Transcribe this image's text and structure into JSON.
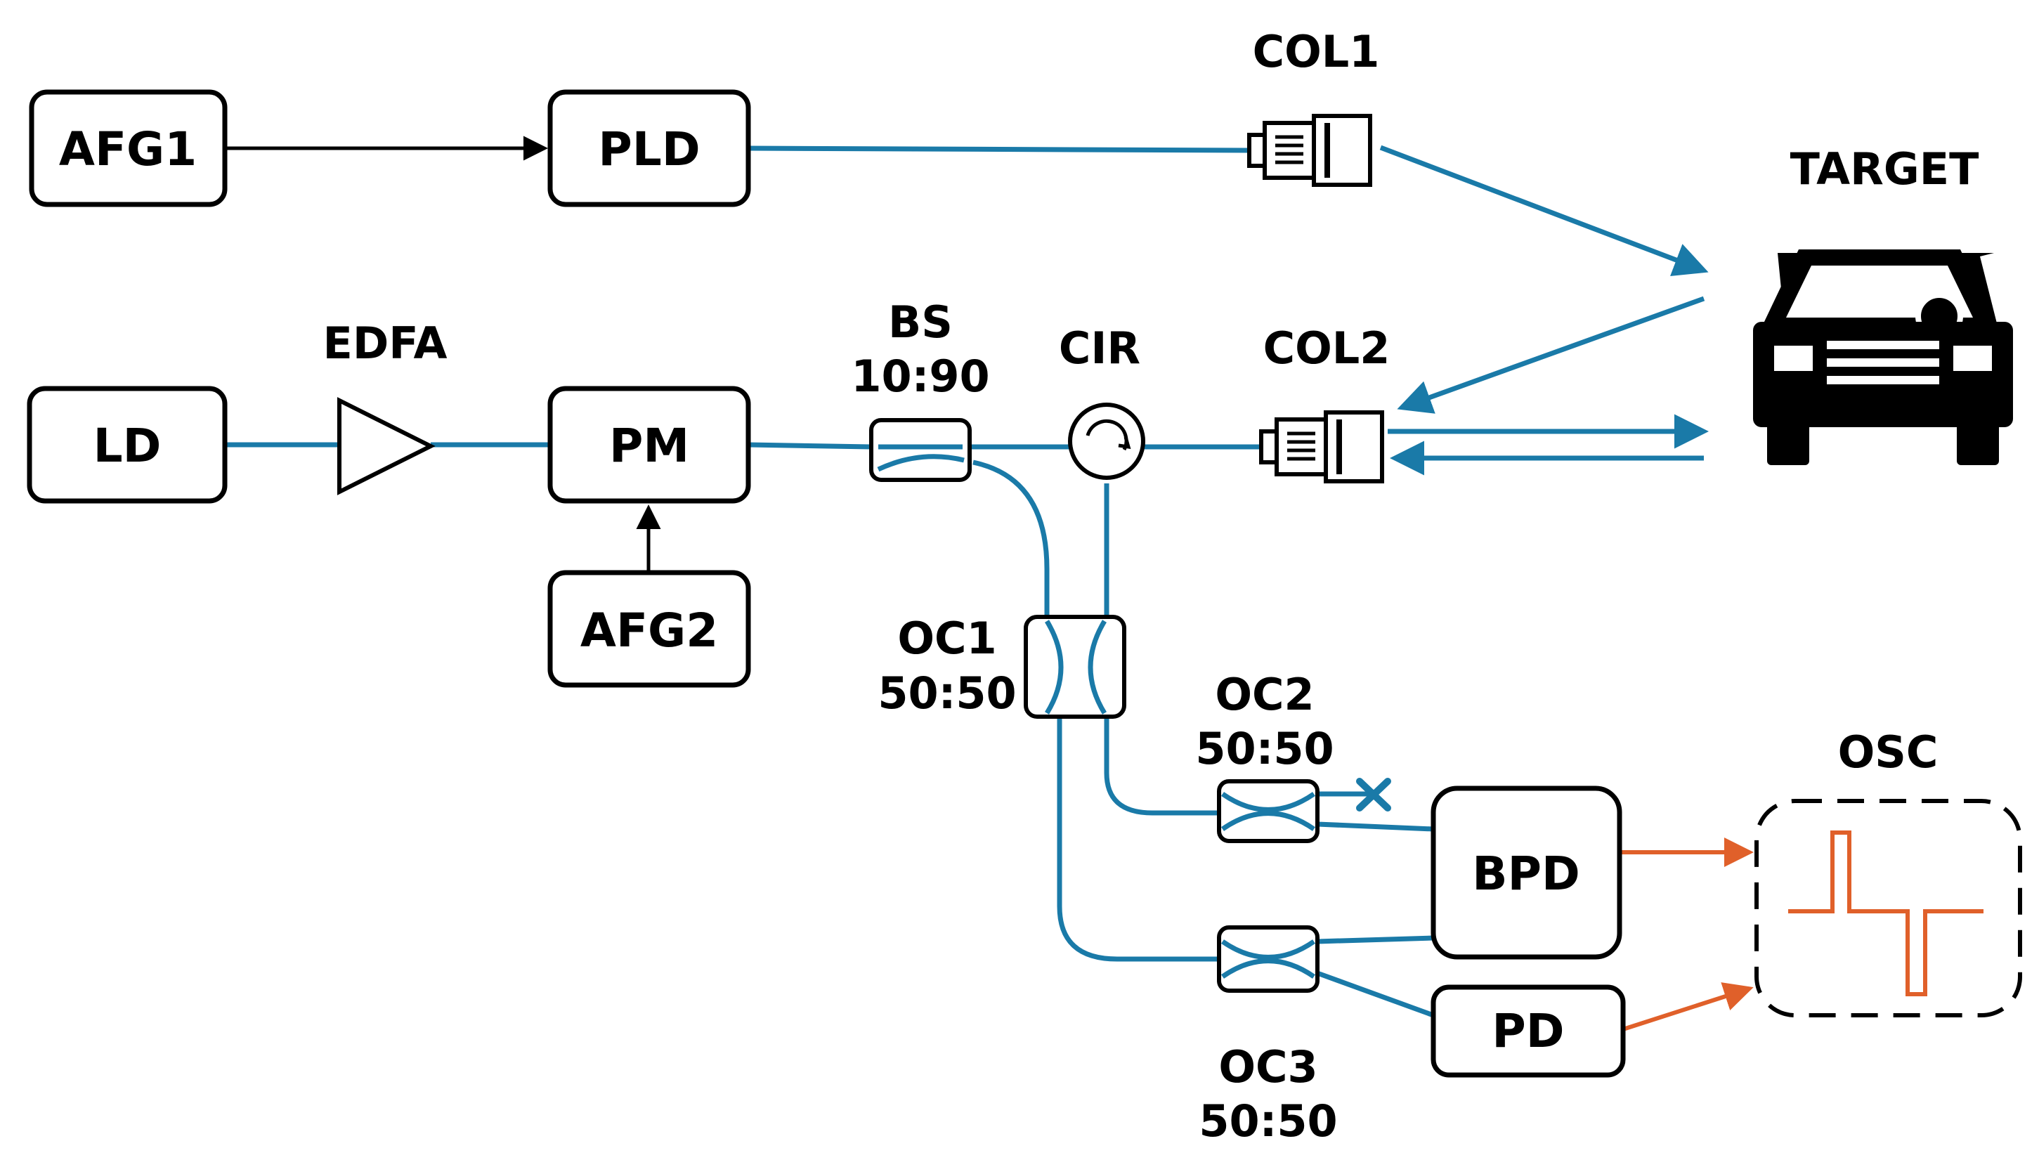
{
  "colors": {
    "fiber": "#1a7aa8",
    "electrical": "#e0602a",
    "wire": "#000000",
    "box_border": "#000000"
  },
  "boxes": {
    "afg1": "AFG1",
    "pld": "PLD",
    "ld": "LD",
    "pm": "PM",
    "afg2": "AFG2",
    "bpd": "BPD",
    "pd": "PD"
  },
  "labels": {
    "col1": "COL1",
    "col2": "COL2",
    "target": "TARGET",
    "edfa": "EDFA",
    "bs_name": "BS",
    "bs_ratio": "10:90",
    "cir": "CIR",
    "oc1_name": "OC1",
    "oc1_ratio": "50:50",
    "oc2_name": "OC2",
    "oc2_ratio": "50:50",
    "oc3_name": "OC3",
    "oc3_ratio": "50:50",
    "osc": "OSC"
  },
  "icons": {
    "collimator": "collimator-icon",
    "amplifier": "amplifier-triangle-icon",
    "circulator": "circulator-icon",
    "target": "car-icon",
    "termination": "x-termination-icon",
    "oscilloscope_trace": "pulse-trace-icon"
  }
}
